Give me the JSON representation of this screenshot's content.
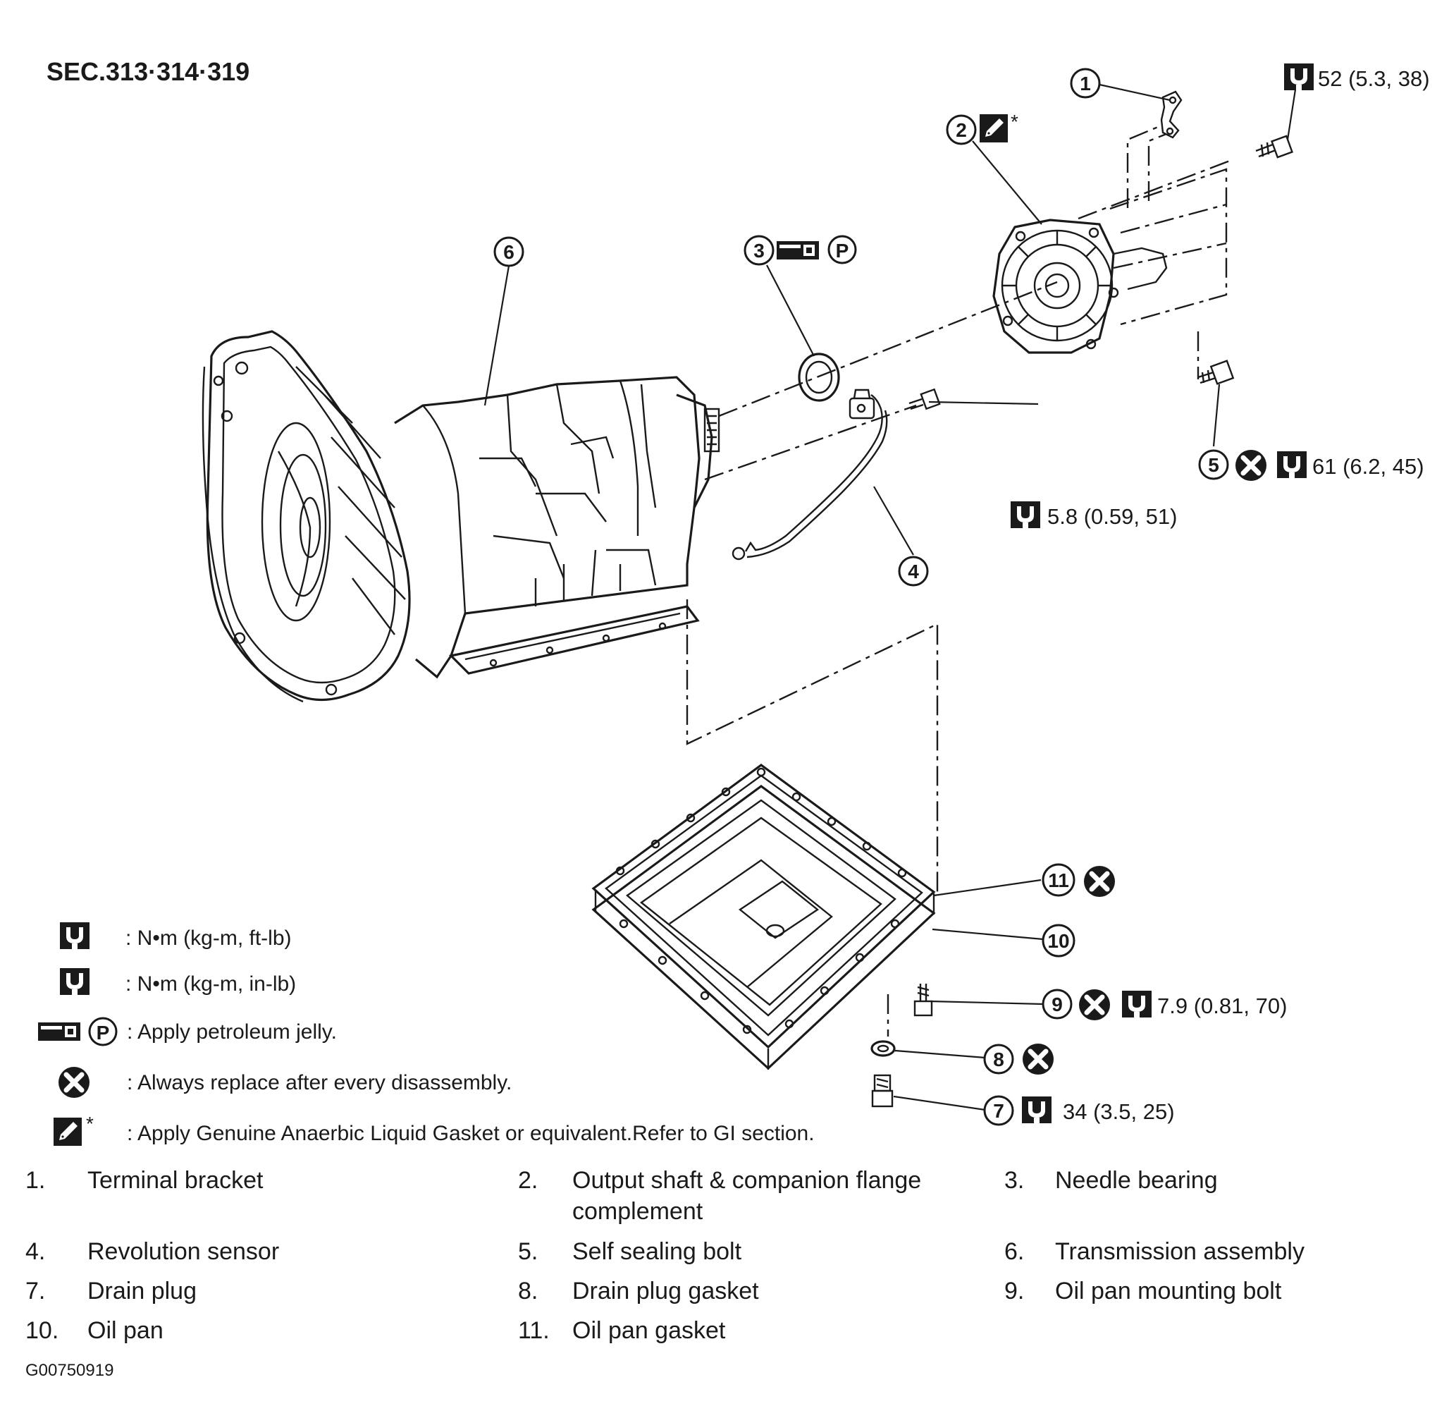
{
  "section_ref": "SEC.313·314·319",
  "callouts": [
    {
      "num": "1"
    },
    {
      "num": "2"
    },
    {
      "num": "3"
    },
    {
      "num": "4"
    },
    {
      "num": "5"
    },
    {
      "num": "6"
    },
    {
      "num": "7"
    },
    {
      "num": "8"
    },
    {
      "num": "9"
    },
    {
      "num": "10"
    },
    {
      "num": "11"
    }
  ],
  "torque_specs": {
    "spec_top_right": "52 (5.3, 38)",
    "spec_5": "61 (6.2, 45)",
    "spec_4": "5.8 (0.59, 51)",
    "spec_9": "7.9 (0.81, 70)",
    "spec_7": "34 (3.5, 25)"
  },
  "symbols": {
    "asterisk": "*",
    "p_letter": "P"
  },
  "legend": [
    {
      "icon": "torque-wrench-icon",
      "text": ": N•m  (kg-m,  ft-lb)"
    },
    {
      "icon": "torque-wrench-inverted-icon",
      "text": ": N•m  (kg-m,  in-lb)"
    },
    {
      "icon": "petroleum-jelly-icon",
      "text": ": Apply petroleum jelly."
    },
    {
      "icon": "replace-x-icon",
      "text": ": Always replace after every disassembly."
    },
    {
      "icon": "liquid-gasket-icon",
      "text": ": Apply Genuine Anaerbic Liquid Gasket or equivalent.Refer to GI section."
    }
  ],
  "parts_list": [
    {
      "num": "1.",
      "name": "Terminal bracket"
    },
    {
      "num": "2.",
      "name": "Output shaft & companion flange",
      "name2": "complement"
    },
    {
      "num": "3.",
      "name": "Needle bearing"
    },
    {
      "num": "4.",
      "name": "Revolution sensor"
    },
    {
      "num": "5.",
      "name": "Self sealing bolt"
    },
    {
      "num": "6.",
      "name": "Transmission assembly"
    },
    {
      "num": "7.",
      "name": "Drain plug"
    },
    {
      "num": "8.",
      "name": "Drain plug gasket"
    },
    {
      "num": "9.",
      "name": "Oil pan mounting bolt"
    },
    {
      "num": "10.",
      "name": "Oil pan"
    },
    {
      "num": "11.",
      "name": "Oil pan gasket"
    }
  ],
  "figure_id": "G00750919",
  "colors": {
    "ink": "#1a1a1a",
    "paper": "#ffffff"
  }
}
